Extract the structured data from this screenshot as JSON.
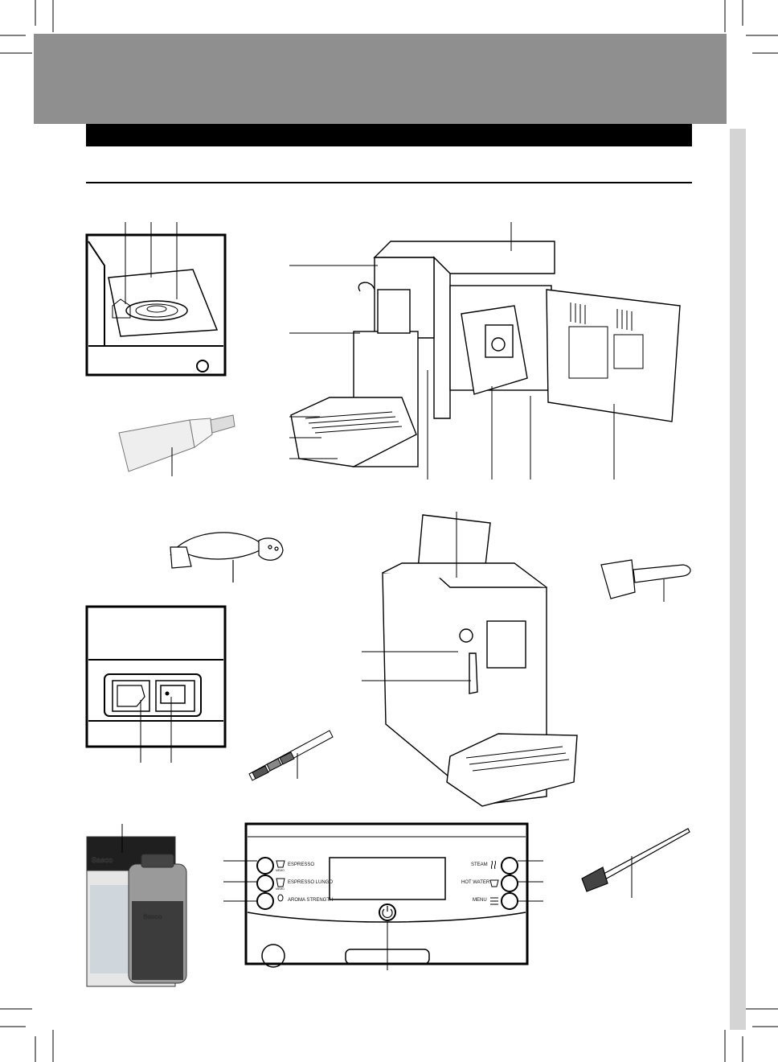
{
  "control_panel": {
    "left_buttons": [
      "ESPRESSO",
      "ESPRESSO LUNGO",
      "AROMA STRENGTH"
    ],
    "right_buttons": [
      "STEAM",
      "HOT WATER",
      "MENU"
    ],
    "small_labels": [
      "MEMO",
      "MEMO"
    ]
  },
  "descaler_brand": "Saeco",
  "icons": {
    "power": "power-icon",
    "steam": "steam-icon",
    "hot_water": "hot-water-icon",
    "menu": "menu-icon",
    "espresso": "espresso-cup-icon",
    "lungo": "lungo-cup-icon",
    "aroma": "coffee-bean-icon"
  },
  "colors": {
    "header_band": "#8f8f8f",
    "side_tab": "#d4d4d4",
    "ink": "#000000"
  }
}
